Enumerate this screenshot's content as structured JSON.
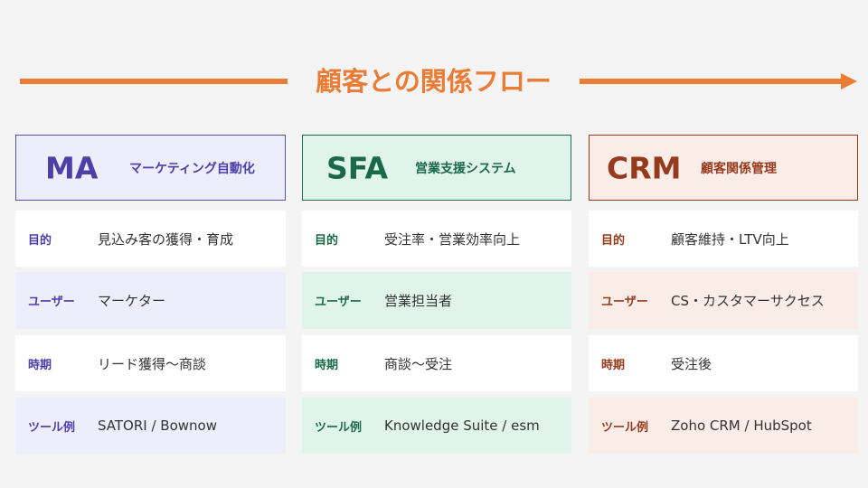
{
  "flow": {
    "title": "顧客との関係フロー",
    "color": "#ea7c36"
  },
  "columns": [
    {
      "abbr": "MA",
      "subtitle": "マーケティング自動化",
      "accent": "#4c3fa8",
      "rows": [
        {
          "label": "目的",
          "value": "見込み客の獲得・育成"
        },
        {
          "label": "ユーザー",
          "value": "マーケター"
        },
        {
          "label": "時期",
          "value": "リード獲得〜商談"
        },
        {
          "label": "ツール例",
          "value": "SATORI / Bownow"
        }
      ]
    },
    {
      "abbr": "SFA",
      "subtitle": "営業支援システム",
      "accent": "#1a6a4a",
      "rows": [
        {
          "label": "目的",
          "value": "受注率・営業効率向上"
        },
        {
          "label": "ユーザー",
          "value": "営業担当者"
        },
        {
          "label": "時期",
          "value": "商談〜受注"
        },
        {
          "label": "ツール例",
          "value": "Knowledge Suite / esm"
        }
      ]
    },
    {
      "abbr": "CRM",
      "subtitle": "顧客関係管理",
      "accent": "#963a1e",
      "rows": [
        {
          "label": "目的",
          "value": "顧客維持・LTV向上"
        },
        {
          "label": "ユーザー",
          "value": "CS・カスタマーサクセス"
        },
        {
          "label": "時期",
          "value": "受注後"
        },
        {
          "label": "ツール例",
          "value": "Zoho CRM / HubSpot"
        }
      ]
    }
  ]
}
